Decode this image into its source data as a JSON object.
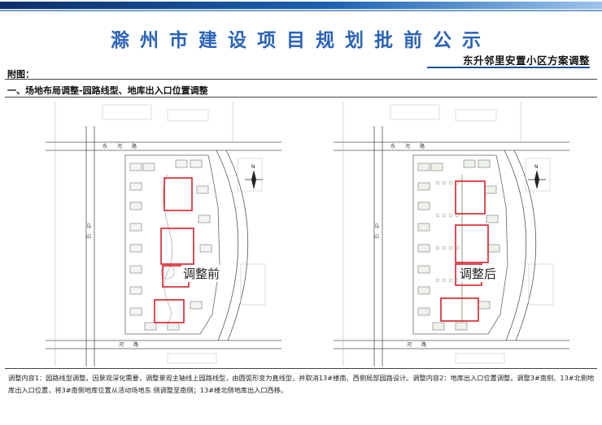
{
  "title": "滁州市建设项目规划批前公示",
  "subtitle": "东升邻里安置小区方案调整",
  "figure_label": "附图：",
  "section_heading": "一、场地布局调整-园路线型、地库出入口位置调整",
  "plans": [
    {
      "label": "调整前",
      "road_north": "东　　河　　路",
      "road_south": "河　　路",
      "road_west": "乌　山"
    },
    {
      "label": "调整后",
      "road_north": "东　　河　　路",
      "road_south": "河　　路",
      "road_west": "乌　山"
    }
  ],
  "compass_letter": "N",
  "description": "调整内容1：园路线型调整。因景观深化需要，调整景观主轴线上园路线型，由圆弧形变为直线型，并取消13#楼南、西侧局部园路设计。调整内容2：地库出入口位置调整。调整3#南侧、13#北侧地库出入口位置，将3#南侧地库位置从活动场地东 侧调整至南侧；13#楼北侧地库出入口西移。",
  "colors": {
    "accent": "#2a63b8",
    "highlight": "#d9202a",
    "line": "#555555"
  }
}
